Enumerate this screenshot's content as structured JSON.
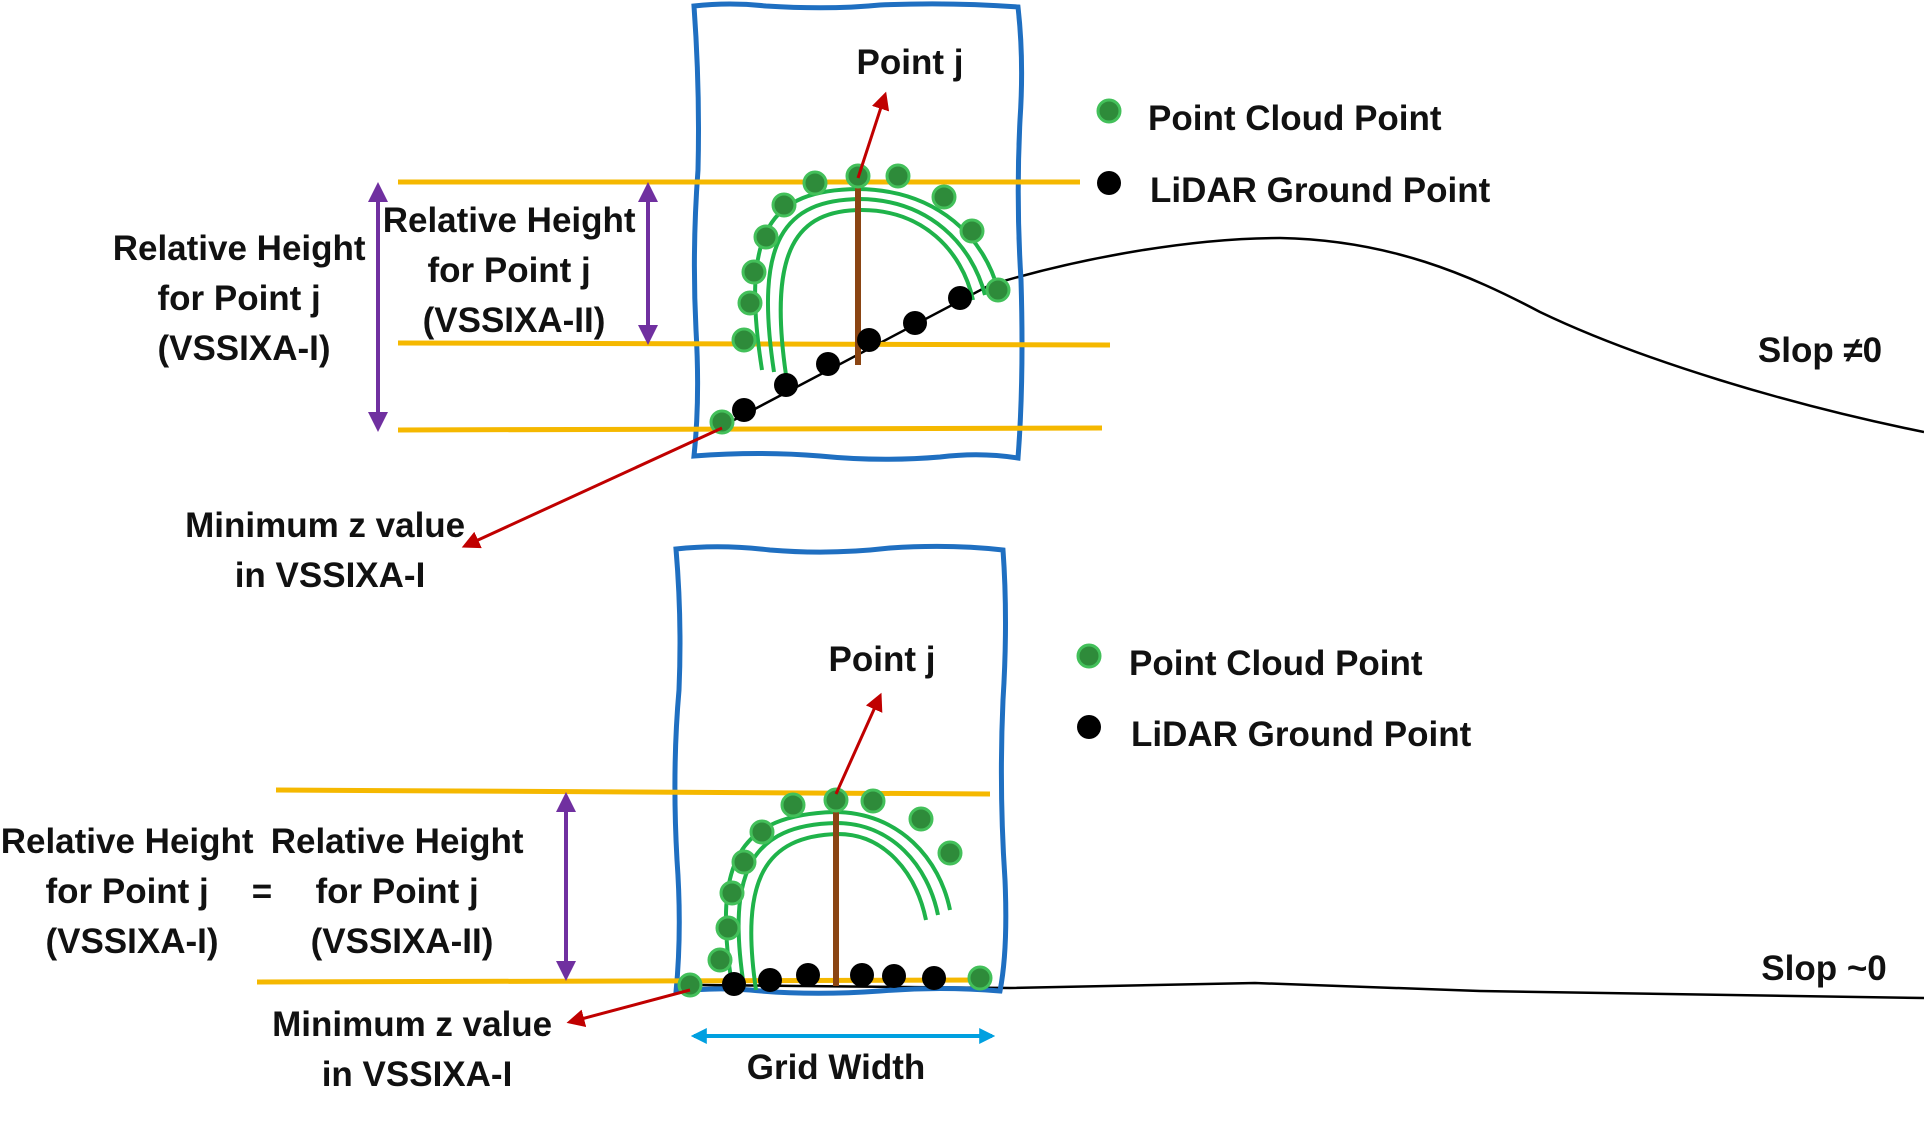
{
  "colors": {
    "grid_box": "#1f6fc1",
    "threshold_line": "#f5b800",
    "height_arrow": "#7030a0",
    "pointer_arrow": "#c00000",
    "grid_width_arrow": "#00a0e0",
    "vegetation_stroke": "#1fb34a",
    "trunk": "#8b4513",
    "point_cloud_fill": "#2e8b3a",
    "point_cloud_outline": "#43c05a",
    "ground_point": "#000000",
    "terrain_line": "#000000"
  },
  "top": {
    "point_j": "Point j",
    "legend": {
      "point_cloud": "Point Cloud Point",
      "ground": "LiDAR Ground Point"
    },
    "rh_vssixa_i": [
      "Relative Height",
      "for Point j",
      "(VSSIXA-I)"
    ],
    "rh_vssixa_ii": [
      "Relative Height",
      "for Point j",
      "(VSSIXA-II)"
    ],
    "min_z": [
      "Minimum z value",
      "in VSSIXA-I"
    ],
    "slope": "Slop ≠0"
  },
  "bottom": {
    "point_j": "Point j",
    "legend": {
      "point_cloud": "Point Cloud Point",
      "ground": "LiDAR Ground Point"
    },
    "rh_vssixa_i": [
      "Relative Height",
      "for Point j",
      "(VSSIXA-I)"
    ],
    "equals": "=",
    "rh_vssixa_ii": [
      "Relative Height",
      "for Point j",
      "(VSSIXA-II)"
    ],
    "min_z": [
      "Minimum z value",
      "in VSSIXA-I"
    ],
    "grid_width": "Grid Width",
    "slope": "Slop ~0"
  }
}
